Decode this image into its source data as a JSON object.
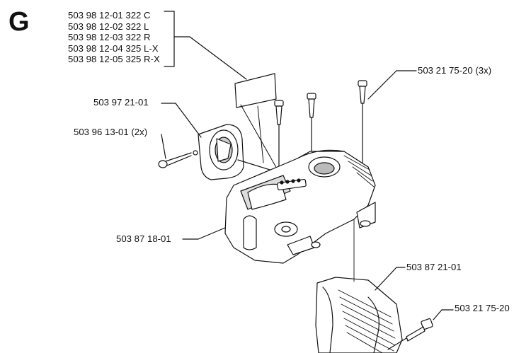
{
  "section": {
    "letter": "G"
  },
  "label_stack": [
    "503 98 12-01 322 C",
    "503 98 12-02 322 L",
    "503 98 12-03 322 R",
    "503 98 12-04 325 L-X",
    "503 98 12-05 325 R-X"
  ],
  "parts": {
    "screw_3x": "503 21 75-20 (3x)",
    "housing_cap": "503 97 21-01",
    "screw_2x": "503 96 13-01 (2x)",
    "top_cover": "503 87 18-01",
    "lower_cover": "503 87 21-01",
    "screw_single": "503 21 75-20"
  }
}
